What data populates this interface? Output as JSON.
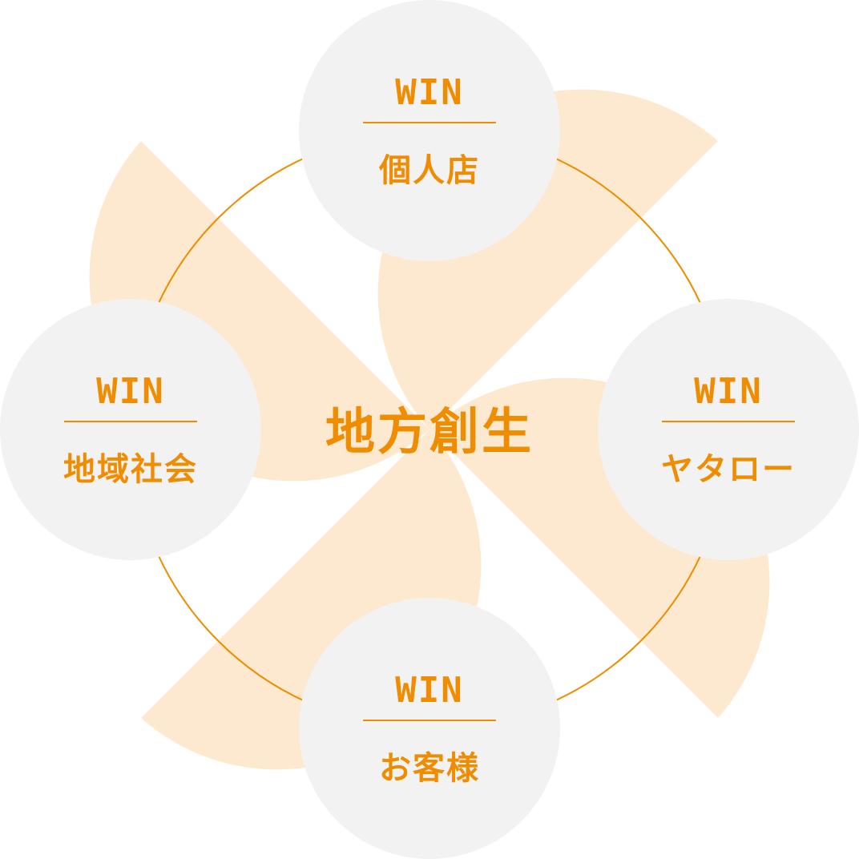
{
  "center": {
    "label": "地方創生"
  },
  "nodes": [
    {
      "win": "WIN",
      "label": "個人店"
    },
    {
      "win": "WIN",
      "label": "ヤタロー"
    },
    {
      "win": "WIN",
      "label": "お客様"
    },
    {
      "win": "WIN",
      "label": "地域社会"
    }
  ],
  "colors": {
    "accent": "#ef8c00",
    "blade": "#fde9d0",
    "node_fill": "#f2f2f2",
    "background": "#ffffff"
  }
}
